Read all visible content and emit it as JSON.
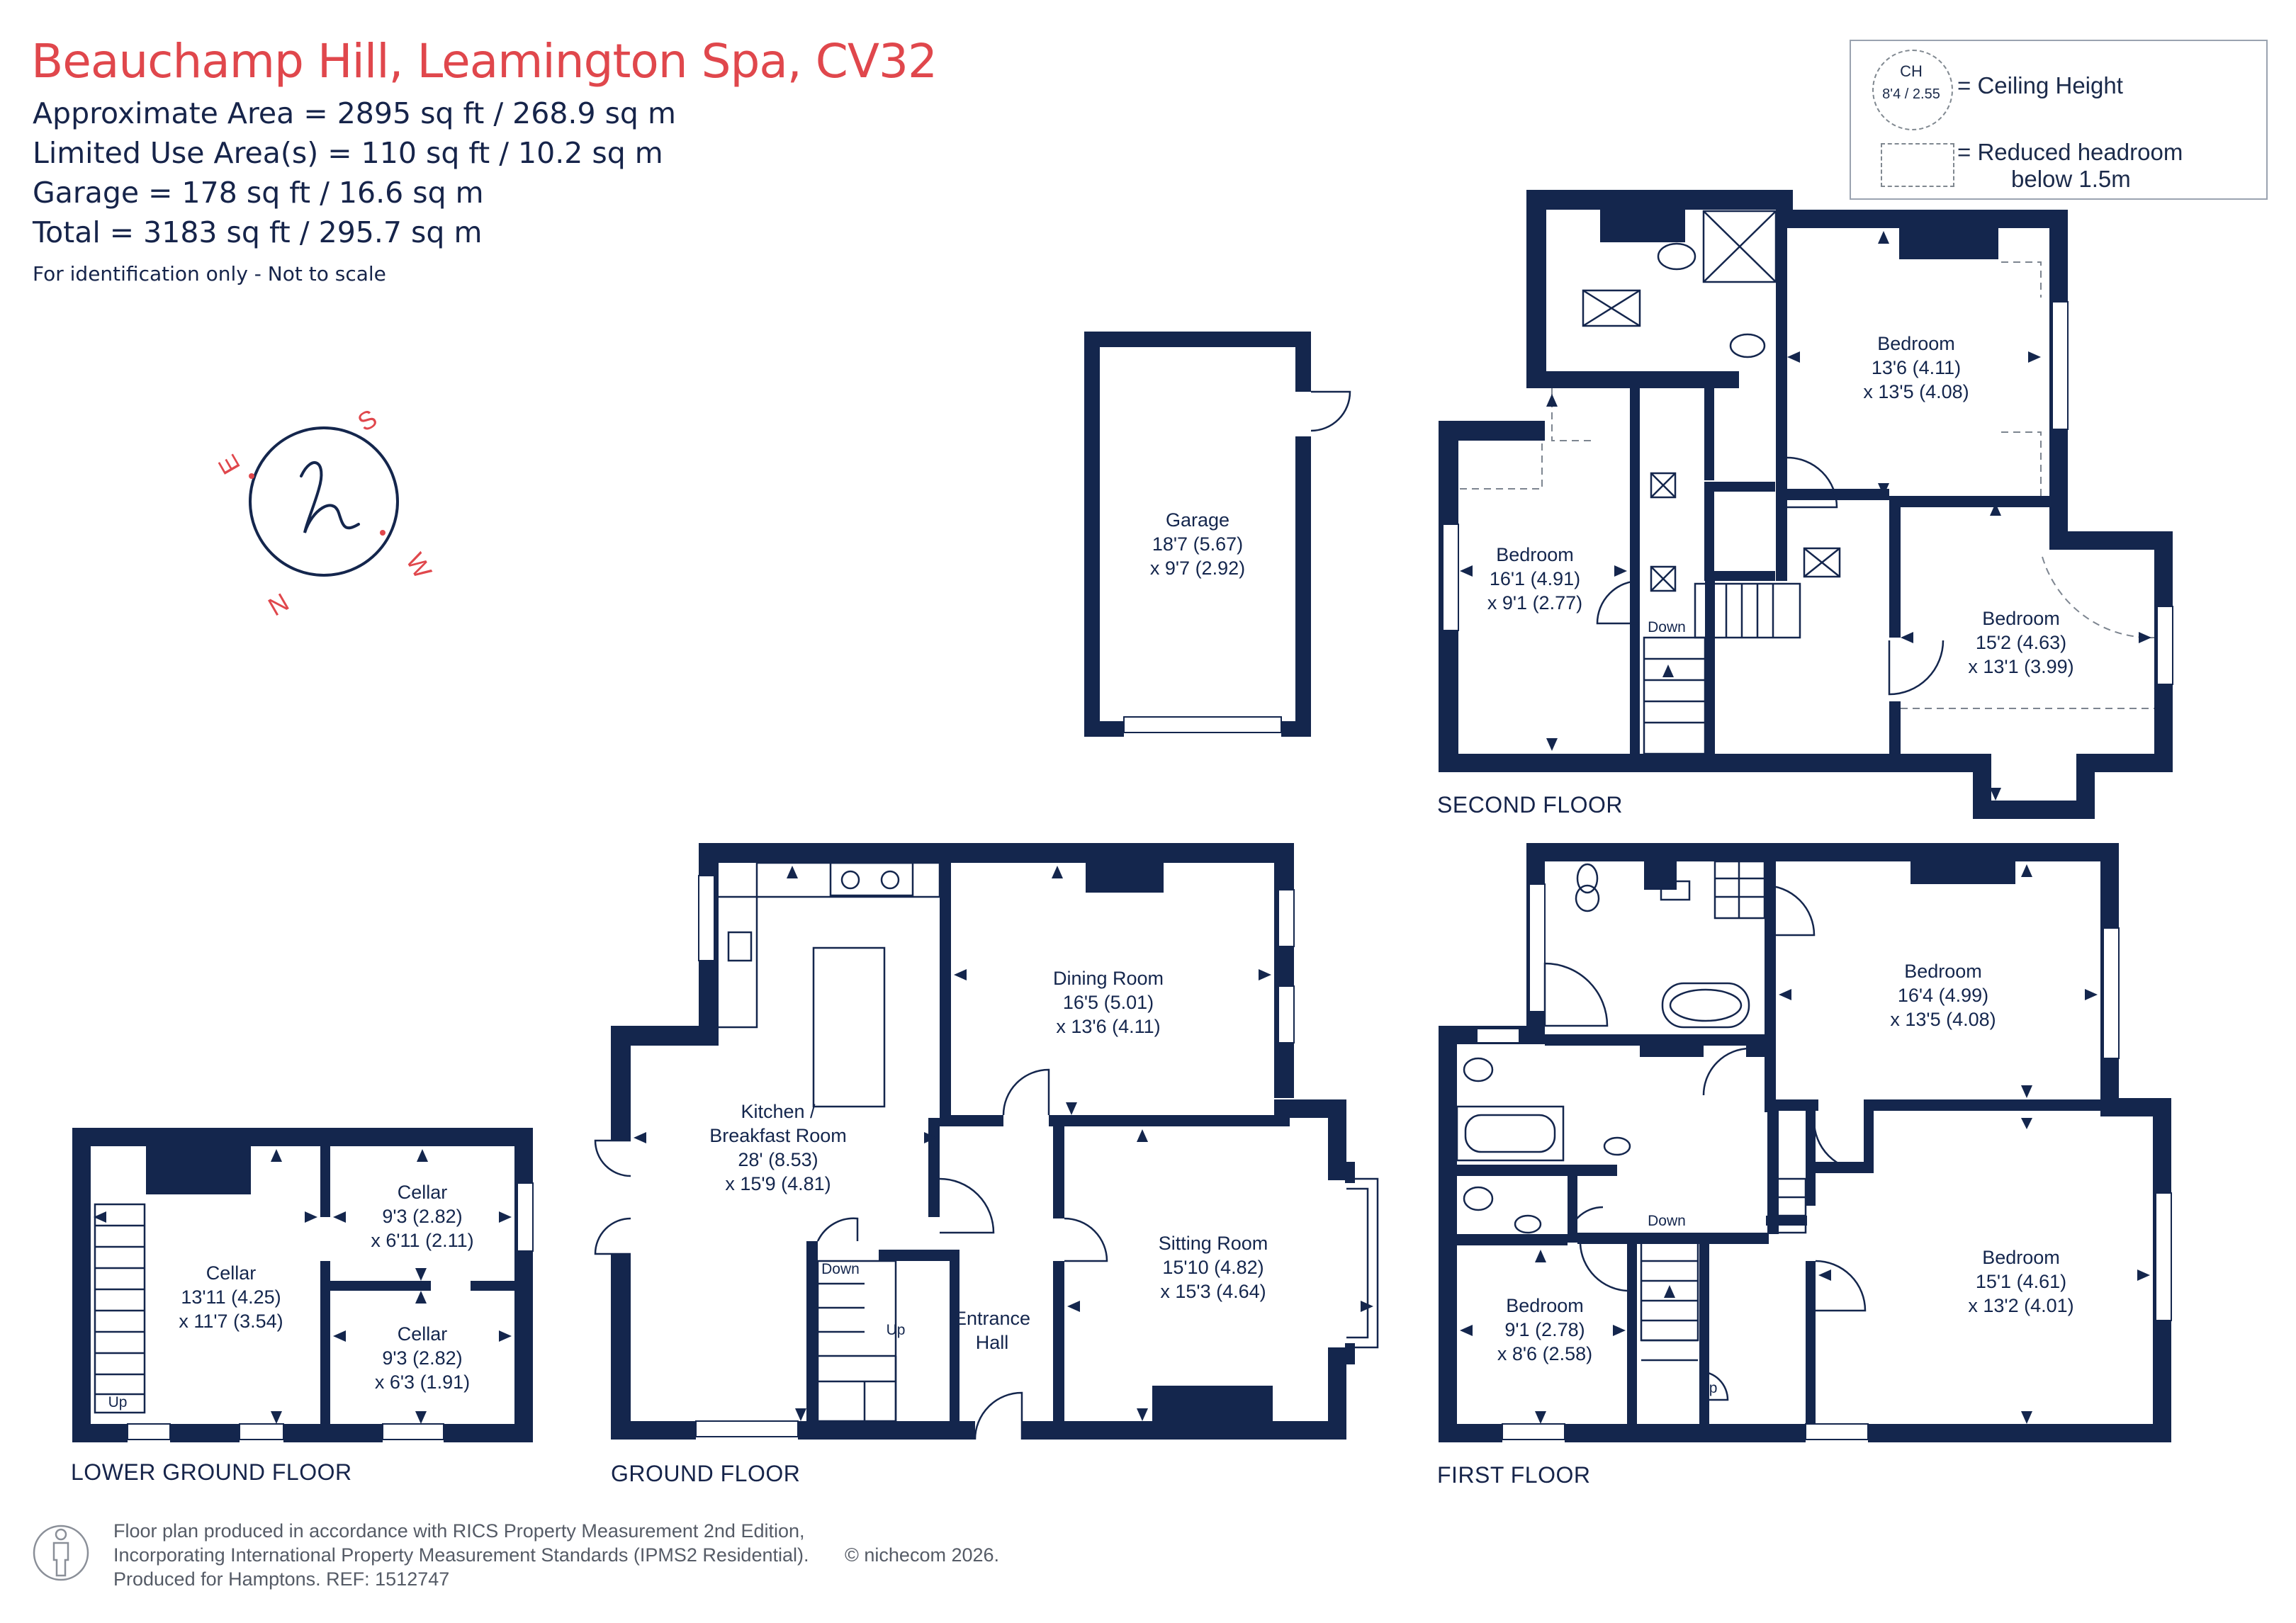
{
  "header": {
    "title": "Beauchamp Hill, Leamington Spa, CV32",
    "areas": [
      "Approximate Area = 2895 sq ft / 268.9 sq m",
      "Limited Use Area(s) = 110 sq ft / 10.2 sq m",
      "Garage = 178 sq ft / 16.6 sq m",
      "Total = 3183 sq ft / 295.7 sq m"
    ],
    "note": "For identification only - Not to scale"
  },
  "legend": {
    "ch_abbrev": "CH",
    "ch_example": "8'4 / 2.55",
    "ceiling_height": "= Ceiling Height",
    "reduced_headroom_line1": "= Reduced headroom",
    "reduced_headroom_line2": "below 1.5m"
  },
  "compass": {
    "s": "S",
    "w": "W",
    "n": "N",
    "e": "E"
  },
  "floors": {
    "lower_ground": "LOWER GROUND FLOOR",
    "ground": "GROUND FLOOR",
    "first": "FIRST FLOOR",
    "second": "SECOND FLOOR"
  },
  "rooms": {
    "garage": [
      "Garage",
      "18'7 (5.67)",
      "x 9'7 (2.92)"
    ],
    "sf_bed_a": [
      "Bedroom",
      "13'6 (4.11)",
      "x 13'5 (4.08)"
    ],
    "sf_bed_b": [
      "Bedroom",
      "16'1 (4.91)",
      "x 9'1 (2.77)"
    ],
    "sf_bed_c": [
      "Bedroom",
      "15'2 (4.63)",
      "x 13'1 (3.99)"
    ],
    "dining": [
      "Dining Room",
      "16'5 (5.01)",
      "x 13'6 (4.11)"
    ],
    "kitchen": [
      "Kitchen /",
      "Breakfast Room",
      "28' (8.53)",
      "x 15'9 (4.81)"
    ],
    "sitting": [
      "Sitting Room",
      "15'10 (4.82)",
      "x 15'3 (4.64)"
    ],
    "entrance": [
      "Entrance",
      "Hall"
    ],
    "cellar_main": [
      "Cellar",
      "13'11 (4.25)",
      "x 11'7 (3.54)"
    ],
    "cellar_a": [
      "Cellar",
      "9'3 (2.82)",
      "x 6'11 (2.11)"
    ],
    "cellar_b": [
      "Cellar",
      "9'3 (2.82)",
      "x 6'3 (1.91)"
    ],
    "ff_bed_a": [
      "Bedroom",
      "16'4 (4.99)",
      "x 13'5 (4.08)"
    ],
    "ff_bed_b": [
      "Bedroom",
      "15'1 (4.61)",
      "x 13'2 (4.01)"
    ],
    "ff_bed_c": [
      "Bedroom",
      "9'1 (2.78)",
      "x 8'6 (2.58)"
    ]
  },
  "stairs": {
    "down": "Down",
    "up": "Up"
  },
  "footer": {
    "line1": "Floor plan produced in accordance with RICS Property Measurement 2nd Edition,",
    "line2": "Incorporating International Property Measurement Standards (IPMS2 Residential).",
    "copyright": "© nichecom 2026.",
    "line3": "Produced for Hamptons.   REF:  1512747"
  },
  "colors": {
    "wall": "#14264d",
    "accent": "#e0474c"
  }
}
